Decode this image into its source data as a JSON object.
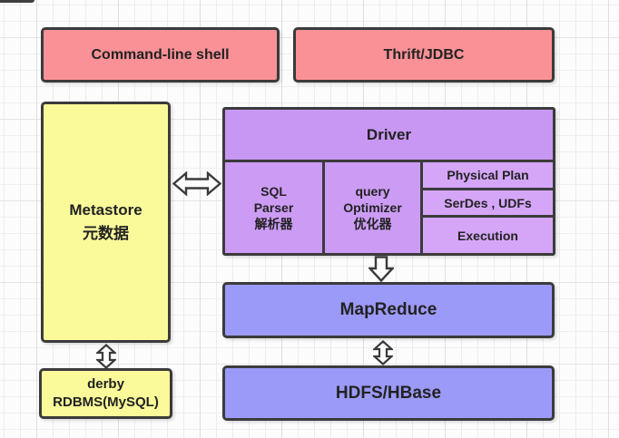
{
  "diagram": {
    "title_context": "Hive architecture diagram",
    "boxes": {
      "command_line_shell": {
        "label": "Command-line shell"
      },
      "thrift_jdbc": {
        "label": "Thrift/JDBC"
      },
      "metastore": {
        "lines": [
          "Metastore",
          "元数据"
        ]
      },
      "driver": {
        "label": "Driver"
      },
      "sql_parser": {
        "lines": [
          "SQL",
          "Parser",
          "解析器"
        ]
      },
      "query_optimizer": {
        "lines": [
          "query",
          "Optimizer",
          "优化器"
        ]
      },
      "physical_plan": {
        "label": "Physical Plan"
      },
      "serdes_udfs": {
        "label": "SerDes , UDFs"
      },
      "execution": {
        "label": "Execution"
      },
      "mapreduce": {
        "label": "MapReduce"
      },
      "hdfs_hbase": {
        "label": "HDFS/HBase"
      },
      "derby": {
        "lines": [
          "derby",
          "RDBMS(MySQL)"
        ]
      }
    },
    "connectors": [
      {
        "icon": "double-arrow-horizontal-icon",
        "between": "metastore-driver"
      },
      {
        "icon": "down-arrow-icon",
        "between": "driver-mapreduce"
      },
      {
        "icon": "double-arrow-vertical-icon",
        "between": "mapreduce-hdfs_hbase"
      },
      {
        "icon": "double-arrow-vertical-icon",
        "between": "metastore-derby"
      }
    ],
    "colors": {
      "box_red": "#FA9196",
      "box_yellow": "#FAFA9B",
      "box_purple": "#C897F3",
      "box_purple_cell": "#CC9CF5",
      "box_purple_light": "#D5A6F8",
      "box_blue": "#9B9AF8",
      "border": "#3B3B3B",
      "text": "#222222",
      "grid_line_minor": "#ECECEC",
      "grid_line_major": "#DEDEDE",
      "background": "#FCFCFC",
      "arrow_fill": "#FDFDFD"
    }
  }
}
